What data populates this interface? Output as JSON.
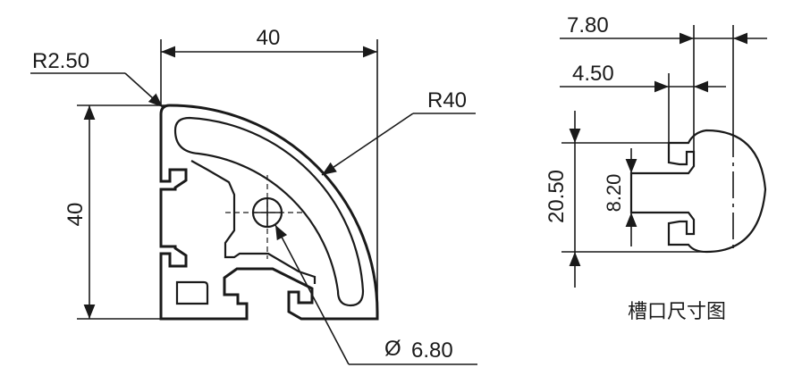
{
  "profile": {
    "width_label": "40",
    "height_label": "40",
    "corner_radius_label": "R2.50",
    "arc_radius_label": "R40",
    "diameter_symbol": "Ø",
    "hole_diameter_label": "6.80"
  },
  "slot": {
    "outer_width_label": "7.80",
    "inner_width_label": "4.50",
    "outer_height_label": "20.50",
    "inner_height_label": "8.20",
    "caption": "槽口尺寸图"
  }
}
